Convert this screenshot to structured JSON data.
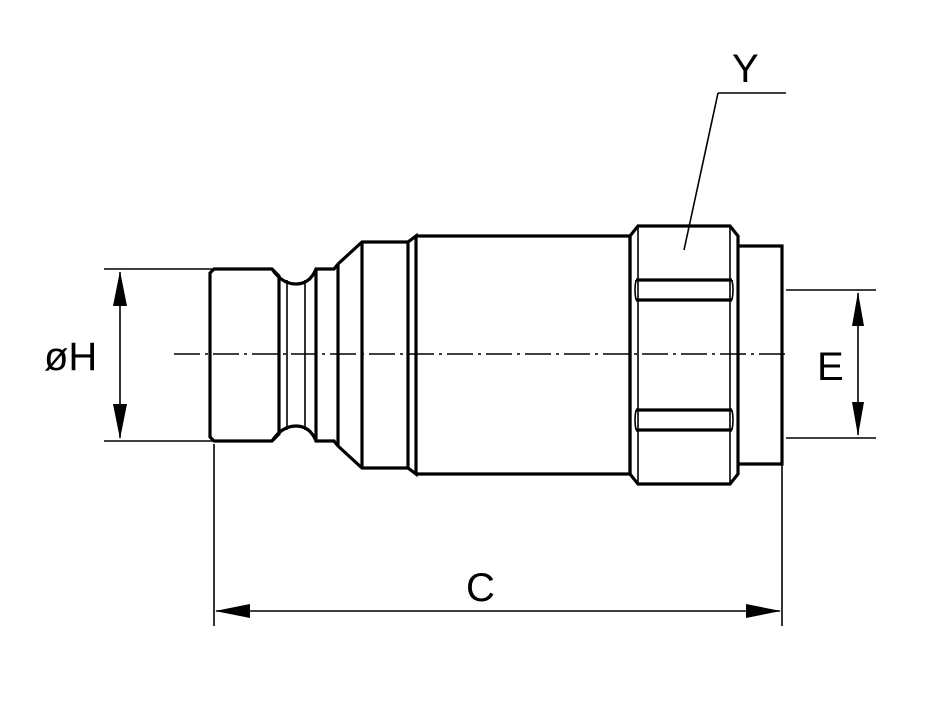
{
  "labels": {
    "diameter_h": "øH",
    "length_c": "C",
    "thread_e": "E",
    "hex_y": "Y"
  }
}
